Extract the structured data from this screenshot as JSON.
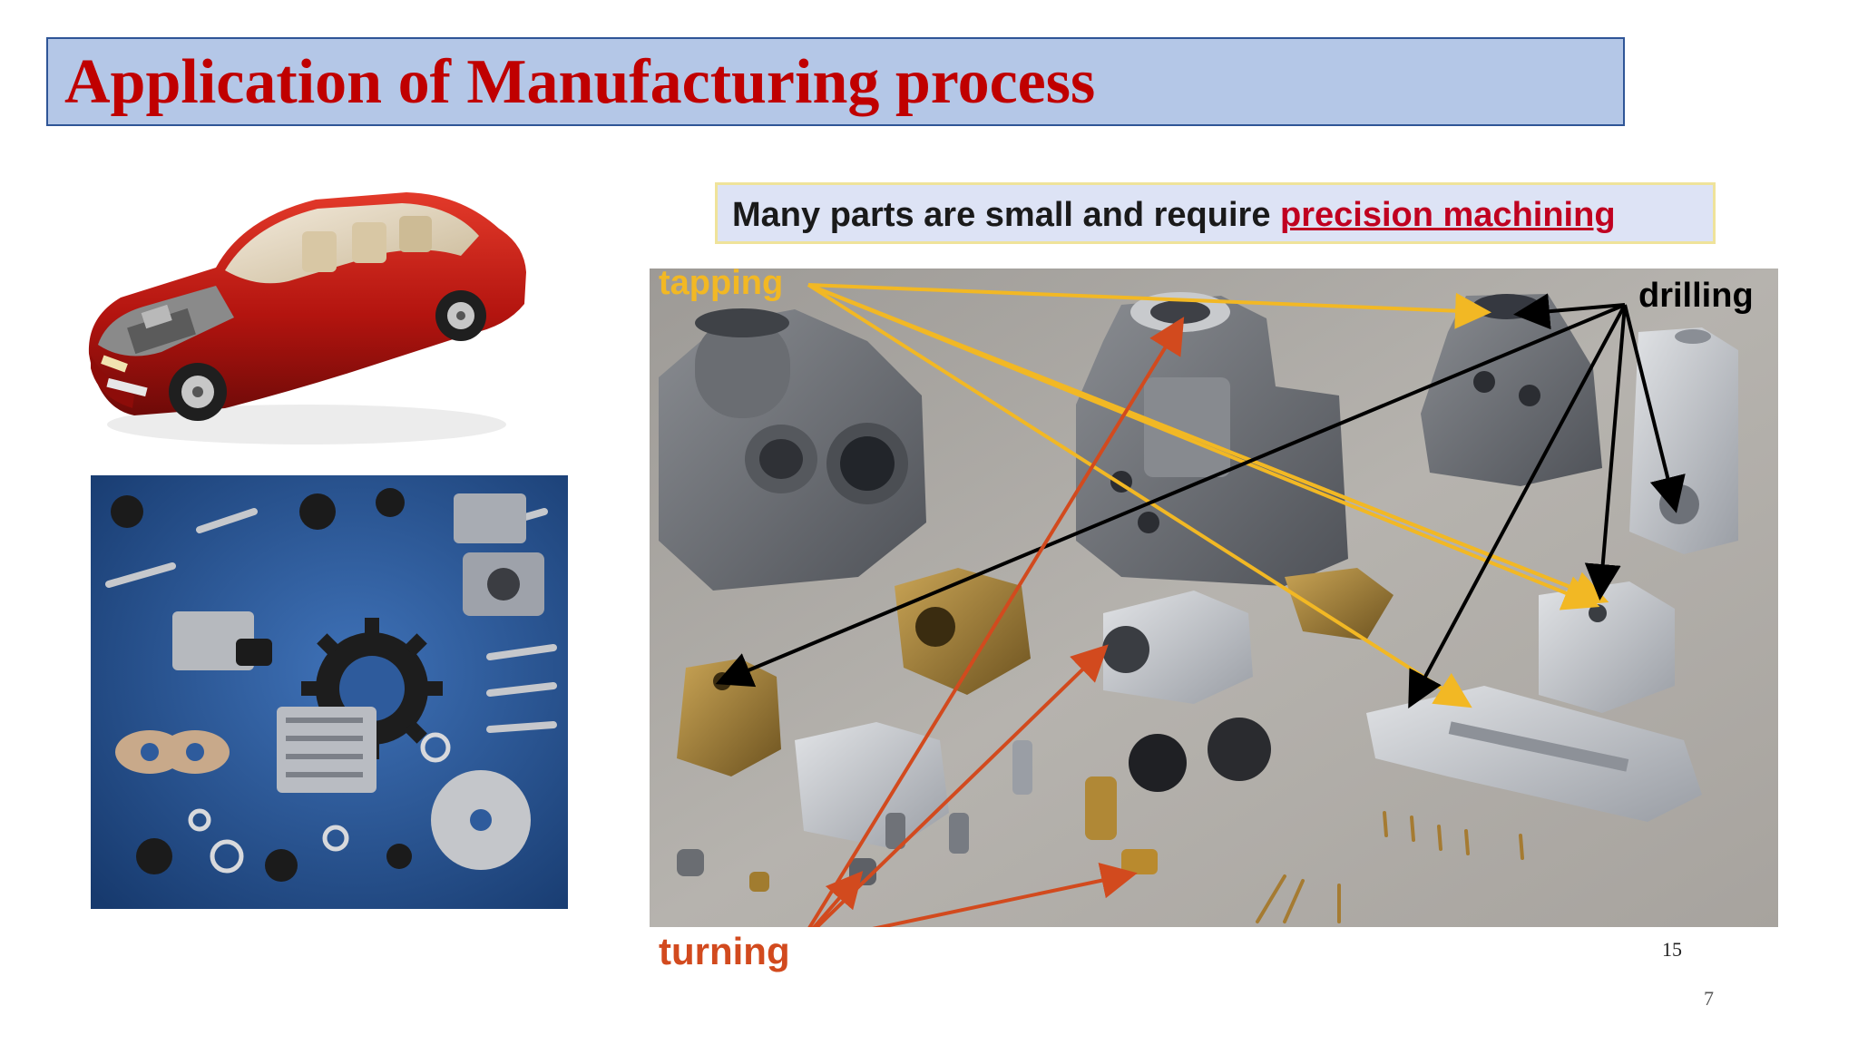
{
  "slide": {
    "title": "Application of Manufacturing process",
    "caption_prefix": "Many parts are small and require ",
    "caption_emphasis": "precision machining",
    "labels": {
      "tapping": "tapping",
      "drilling": "drilling",
      "turning": "turning"
    },
    "page_number_inner": "15",
    "page_number": "7"
  },
  "colors": {
    "title_text": "#c00000",
    "title_background": "#b4c7e7",
    "title_border": "#2f5597",
    "tapping": "#f2b824",
    "drilling": "#000000",
    "turning": "#d24a1e"
  }
}
